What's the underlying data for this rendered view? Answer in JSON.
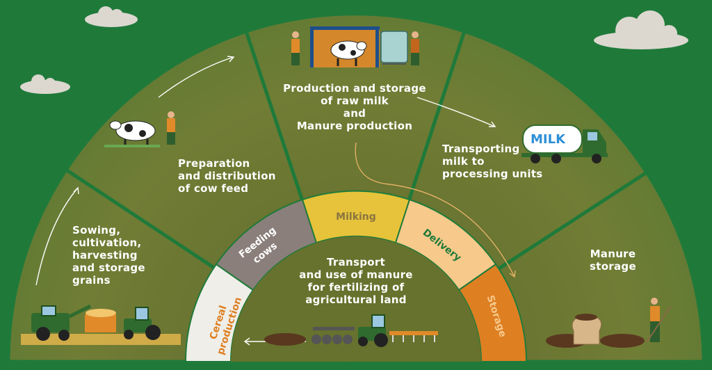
{
  "segments": {
    "sowing": "Sowing,\ncultivation,\nharvesting\nand storage\ngrains",
    "feed": "Preparation\nand distribution\nof cow feed",
    "milk_production": "Production and storage\nof raw milk\nand\nManure production",
    "transport_milk": "Transporting\nmilk to\nprocessing units",
    "manure_storage": "Manure\nstorage",
    "manure_transport": "Transport\nand use of manure\nfor fertilizing of\nagricultural land"
  },
  "ring": {
    "cereal_line1": "Cereal",
    "cereal_line2": "production",
    "feeding_line1": "Feeding",
    "feeding_line2": "cows",
    "milking": "Milking",
    "delivery": "Delivery",
    "storage": "Storage"
  },
  "truck": {
    "text": "MILK"
  },
  "colors": {
    "background": "#1f7a3a",
    "wedge": "#6f7a33",
    "cereal": "#efeee8",
    "feeding": "#8a7f7a",
    "milking": "#e6c33a",
    "delivery": "#f7c98a",
    "storage": "#de7f22"
  },
  "icons": [
    "cloud-icon",
    "cow-icon",
    "farmer-icon",
    "barn-icon",
    "milk-tank-icon",
    "milk-truck-icon",
    "combine-harvester-icon",
    "tractor-icon",
    "manure-pile-icon",
    "sack-icon",
    "pitchfork-icon"
  ]
}
